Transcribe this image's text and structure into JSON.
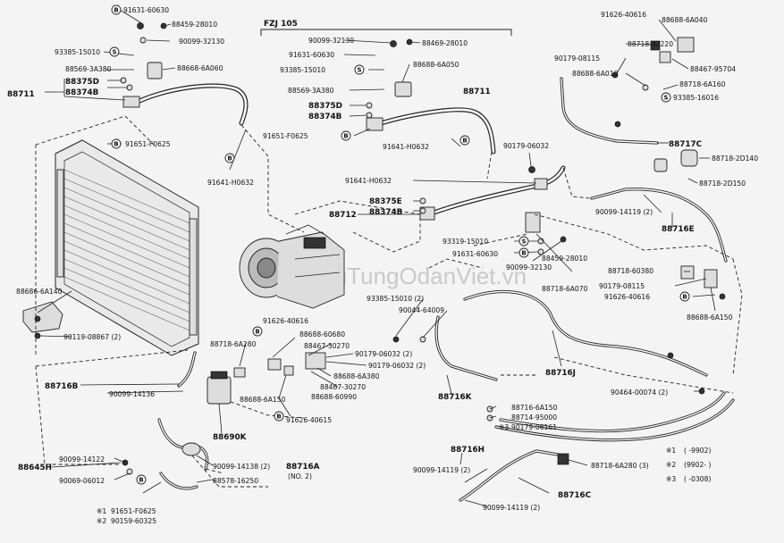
{
  "group_header": "FZJ 105",
  "watermark": "OtoPhuTungOdanViet.vn",
  "parts": {
    "p91631_60630_a": "91631-60630",
    "p88459_28010_a": "88459-28010",
    "p90099_32130_a": "90099-32130",
    "p93385_15010_a": "93385-15010",
    "p88569_3A380_a": "88569-3A380",
    "p88668_6A060": "88668-6A060",
    "p88375D_a": "88375D",
    "p88374B_a": "88374B",
    "p88711_a": "88711",
    "p91651_F0625_a": "91651-F0625",
    "p91641_H0632_a": "91641-H0632",
    "p90099_32130_b": "90099-32130",
    "p88469_28010": "88469-28010",
    "p91631_60630_b": "91631-60630",
    "p93385_15010_b": "93385-15010",
    "p88688_6A050": "88688-6A050",
    "p88569_3A380_b": "88569-3A380",
    "p88375D_b": "88375D",
    "p88374B_b": "88374B",
    "p88711_b": "88711",
    "p91651_F0625_b": "91651-F0625",
    "p91641_H0632_b": "91641-H0632",
    "p91641_H0632_c": "91641-H0632",
    "p88375E": "88375E",
    "p88374B_c": "88374B",
    "p88712": "88712",
    "p90179_06032_a": "90179-06032",
    "p91626_40616_a": "91626-40616",
    "p88688_6A040": "88688-6A040",
    "p88718_32220": "88718-32220",
    "p90179_08115_a": "90179-08115",
    "p88467_95704": "88467-95704",
    "p88688_6A010": "88688-6A010",
    "p88718_6A160": "88718-6A160",
    "p93385_16016": "93385-16016",
    "p88717C": "88717C",
    "p88718_2D140": "88718-2D140",
    "p88718_2D150": "88718-2D150",
    "p90099_14119_a": "90099-14119 (2)",
    "p88716E": "88716E",
    "p93319_15010": "93319-15010",
    "p91631_60630_c": "91631-60630",
    "p88459_28010_b": "88459-28010",
    "p90099_32130_c": "90099-32130",
    "p88718_6A070": "88718-6A070",
    "p88718_60380": "88718-60380",
    "p90179_08115_b": "90179-08115",
    "p91626_40616_b": "91626-40616",
    "p88688_6A150": "88688-6A150",
    "p88686_6A140": "88686-6A140",
    "p90119_08867": "90119-08867 (2)",
    "p93385_15010_c": "93385-15010 (2)",
    "p90044_64009": "90044-64009",
    "p91626_40616_c": "91626-40616",
    "p88718_6A280_a": "88718-6A280",
    "p88688_60680": "88688-60680",
    "p88467_30270_a": "88467-30270",
    "p90179_06032_b": "90179-06032 (2)",
    "p90179_06032_c": "90179-06032 (2)",
    "p88688_6A380": "88688-6A380",
    "p88467_30270_b": "88467-30270",
    "p88688_6A150_b": "88688-6A150",
    "p88688_60990": "88688-60990",
    "p88716J": "88716J",
    "p88716B": "88716B",
    "p90099_14136": "90099-14136",
    "p88716K": "88716K",
    "p90464_00074": "90464-00074 (2)",
    "p88690K": "88690K",
    "p91626_40615": "91626-40615",
    "p88716_6A150": "88716-6A150",
    "p88714_95000": "88714-95000",
    "p90179_06161": "90179-06161",
    "p88716H": "88716H",
    "p88645H": "88645H",
    "p90099_14122": "90099-14122",
    "p90069_06012": "90069-06012",
    "p90099_14138": "90099-14138 (2)",
    "p88578_16250": "88578-16250",
    "p88716A": "88716A",
    "p88716A_note": "(NO. 2)",
    "p90099_14119_b": "90099-14119 (2)",
    "p90099_14119_c": "90099-14119 (2)",
    "p88716C": "88716C",
    "p88718_6A280_b": "88718-6A280 (3)",
    "p91651_F0625_c": "91651-F0625",
    "p90159_60325": "90159-60325"
  },
  "footnote_marks": {
    "m1": "※1",
    "m2": "※2",
    "m3": "※3"
  },
  "footnotes": [
    {
      "mark": "※1",
      "value": "(      -9902)"
    },
    {
      "mark": "※2",
      "value": "(9902-      )"
    },
    {
      "mark": "※3",
      "value": "(      -0308)"
    }
  ],
  "symbols": {
    "B": "B",
    "S": "S"
  }
}
